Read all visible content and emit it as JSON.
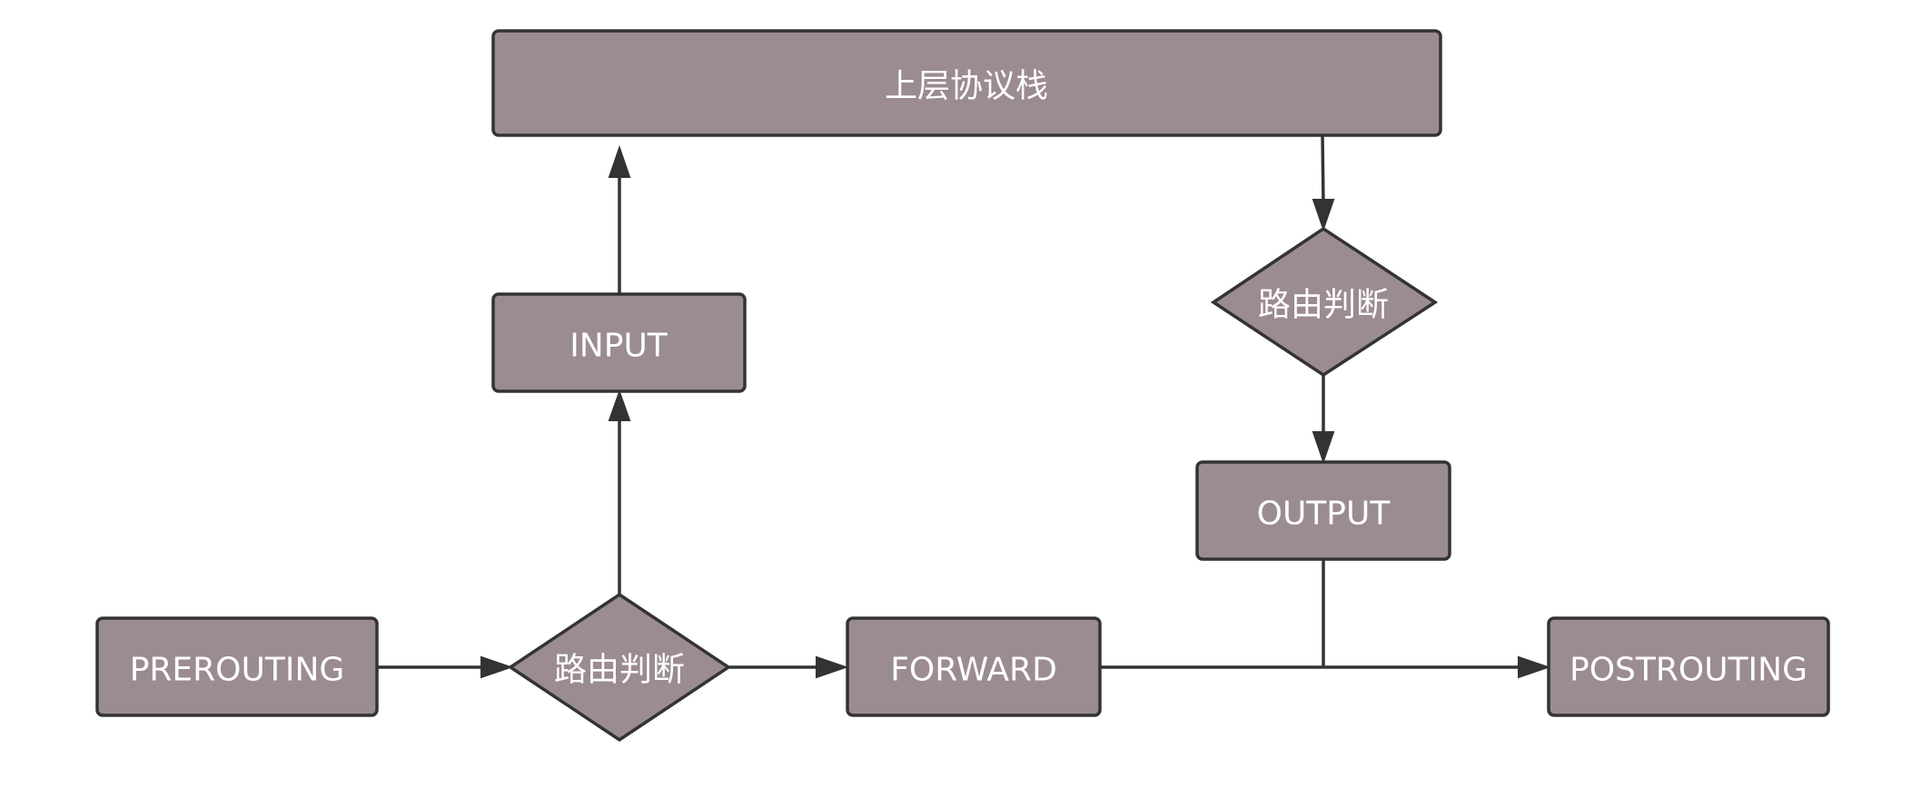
{
  "nodes": {
    "protocol_stack": "上层协议栈",
    "input": "INPUT",
    "route_decision_out": "路由判断",
    "output": "OUTPUT",
    "prerouting": "PREROUTING",
    "route_decision_in": "路由判断",
    "forward": "FORWARD",
    "postrouting": "POSTROUTING"
  },
  "colors": {
    "node_fill": "#9b8c90",
    "node_stroke": "#333333",
    "edge": "#333333",
    "label": "#ffffff"
  }
}
